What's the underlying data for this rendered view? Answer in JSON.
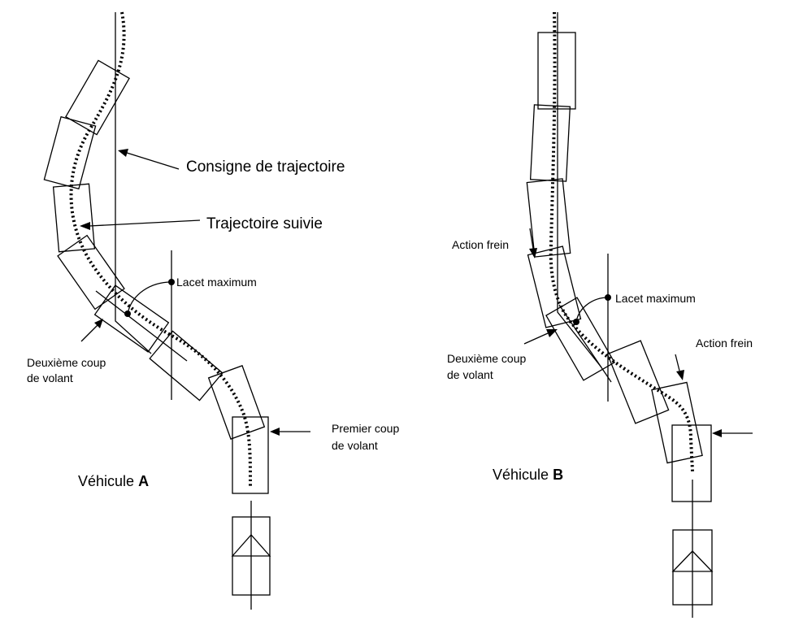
{
  "vehicle_a": {
    "name_prefix": "Véhicule ",
    "name_letter": "A",
    "label_consigne": "Consigne de trajectoire",
    "label_trajectoire": "Trajectoire suivie",
    "label_lacet": "Lacet maximum",
    "label_deuxieme_line1": "Deuxième coup",
    "label_deuxieme_line2": "de volant",
    "label_premier_line1": "Premier coup",
    "label_premier_line2": "de volant"
  },
  "vehicle_b": {
    "name_prefix": "Véhicule ",
    "name_letter": "B",
    "label_action_frein_1": "Action frein",
    "label_lacet": "Lacet maximum",
    "label_deuxieme_line1": "Deuxième coup",
    "label_deuxieme_line2": "de volant",
    "label_action_frein_2": "Action frein"
  }
}
